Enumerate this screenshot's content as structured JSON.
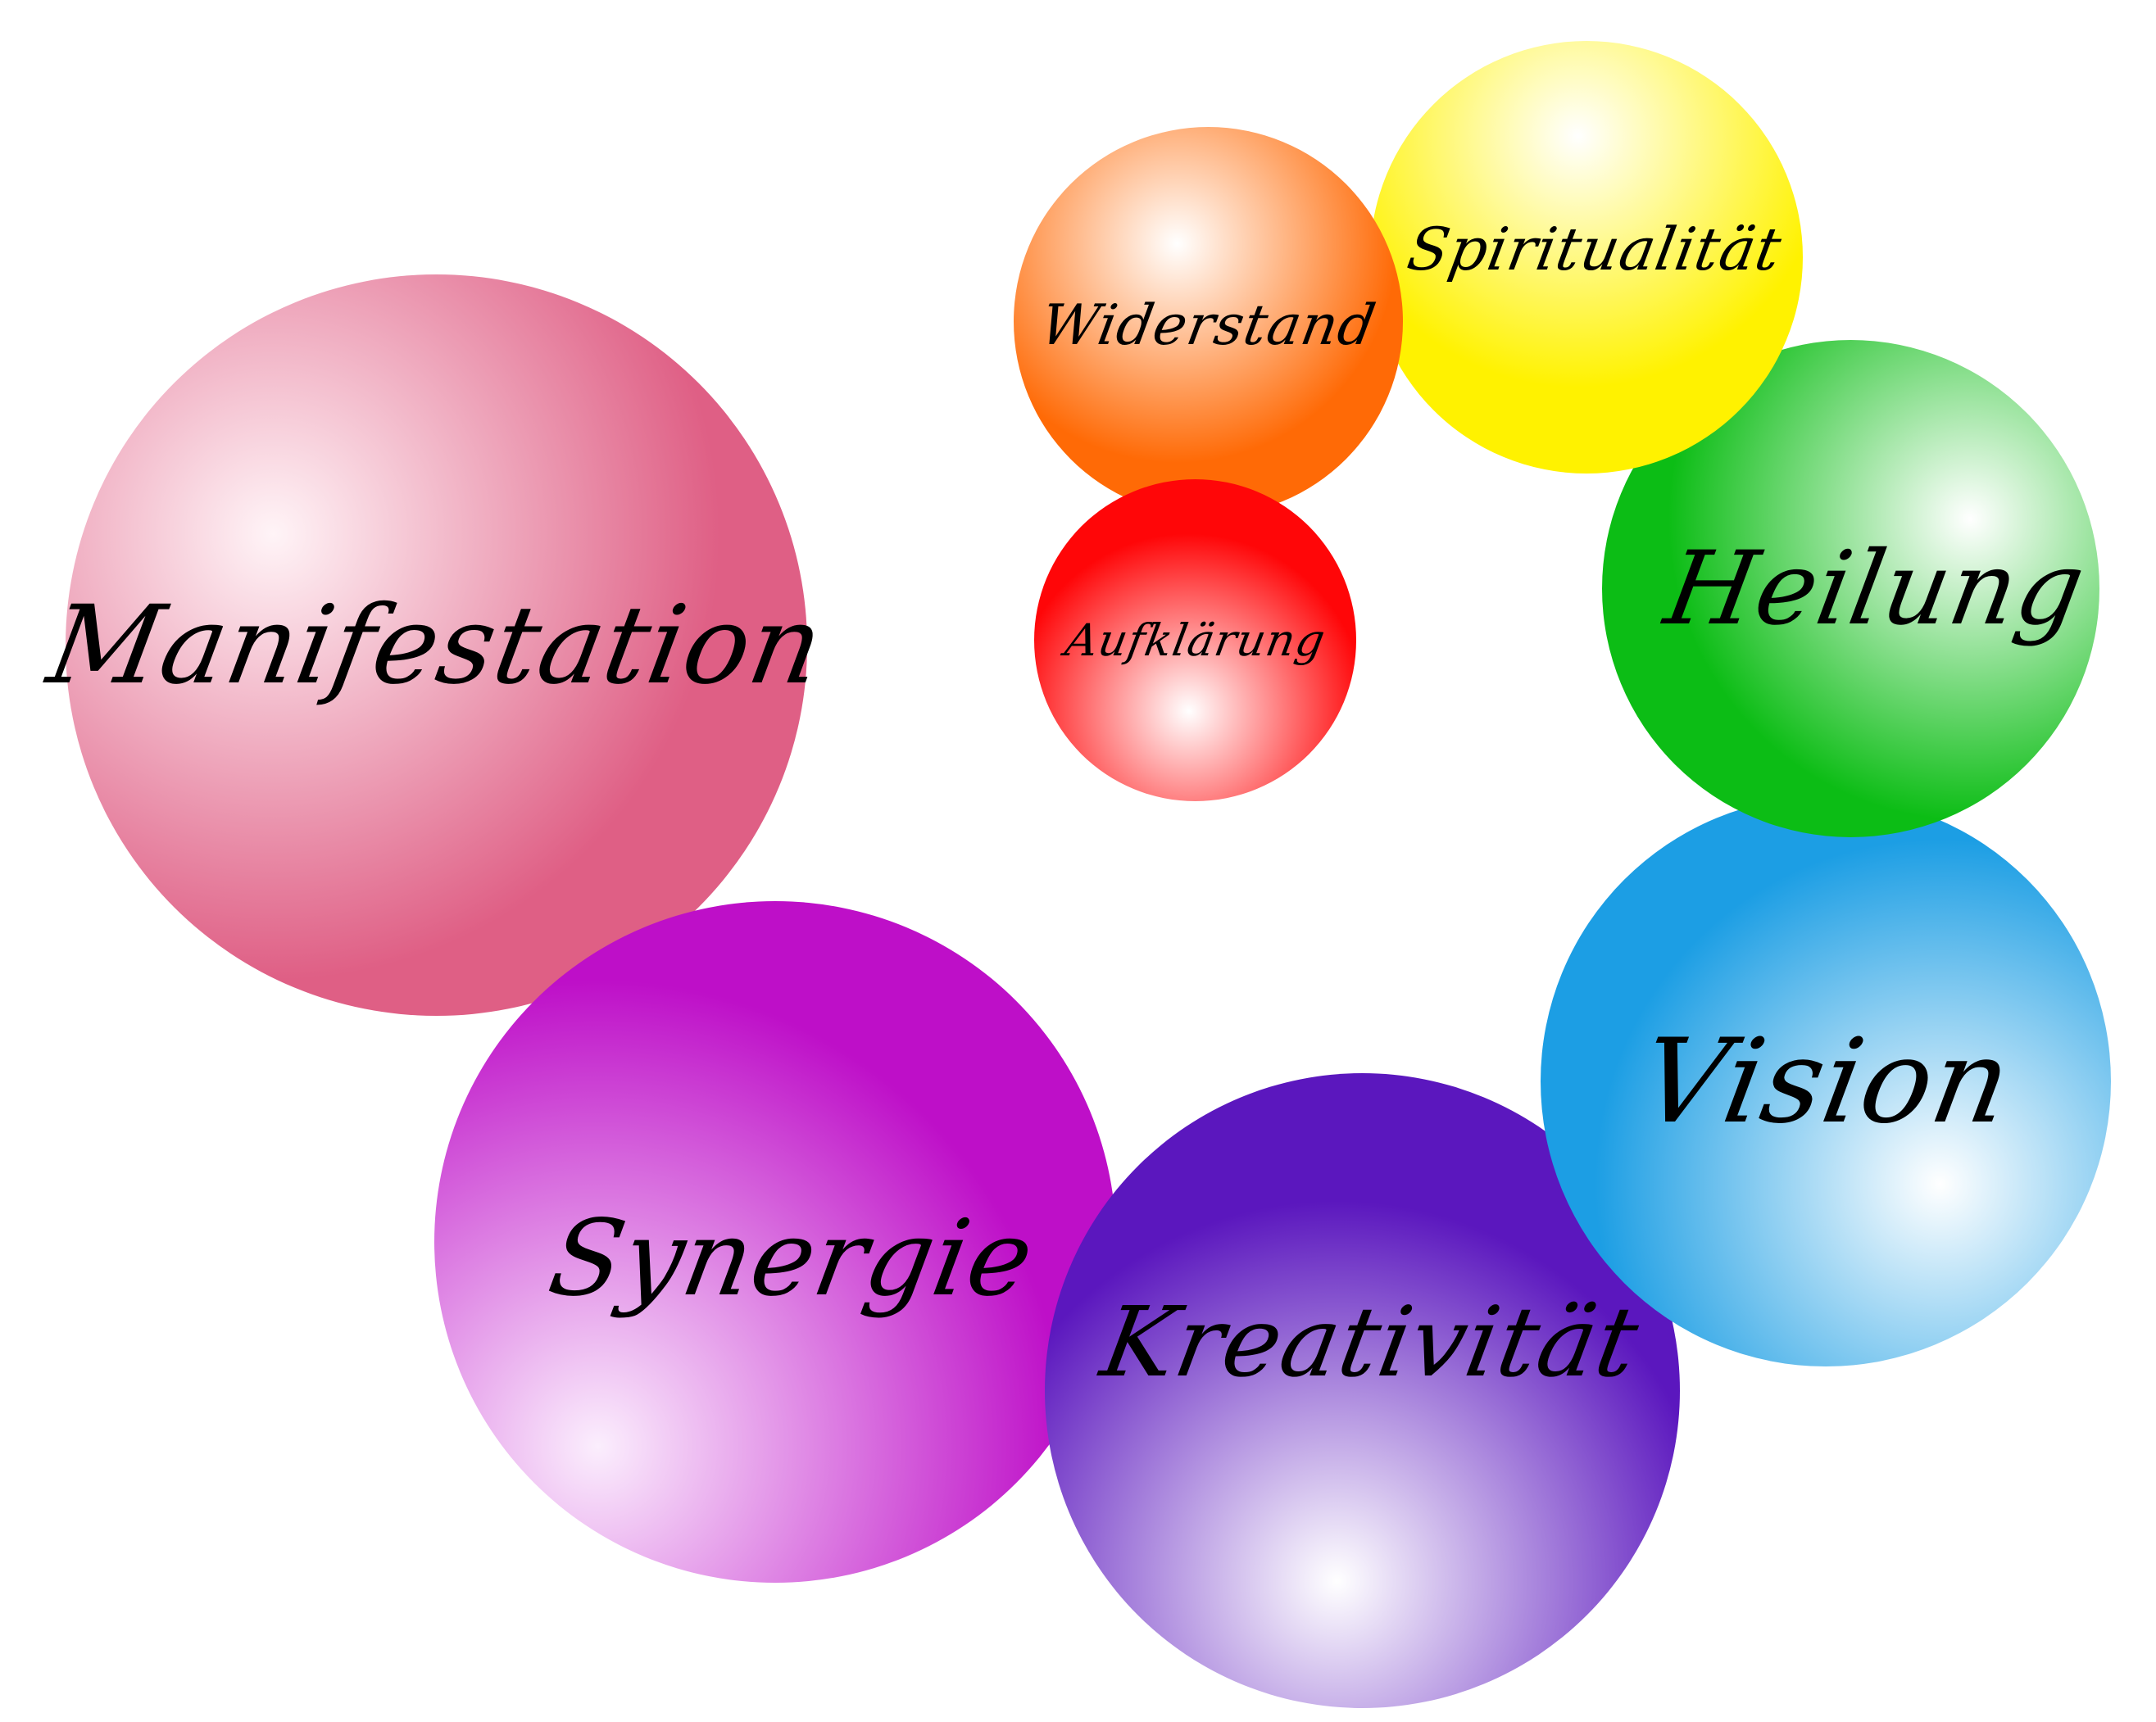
{
  "spheres": [
    {
      "id": "manifestation",
      "label": "Manifestation",
      "color": "#df5f85",
      "highlight": "#fff4f7",
      "highlight_pos": "28% 35%"
    },
    {
      "id": "synergie",
      "label": "Synergie",
      "color": "#be0fc8",
      "highlight": "#fbeefd",
      "highlight_pos": "24% 80%"
    },
    {
      "id": "kreativitaet",
      "label": "Kreativität",
      "color": "#5b17be",
      "highlight": "#ffffff",
      "highlight_pos": "46% 80%"
    },
    {
      "id": "vision",
      "label": "Vision",
      "color": "#1c9ee4",
      "highlight": "#ffffff",
      "highlight_pos": "70% 68%"
    },
    {
      "id": "heilung",
      "label": "Heilung",
      "color": "#0cbd15",
      "highlight": "#ffffff",
      "highlight_pos": "74% 36%"
    },
    {
      "id": "spiritualitaet",
      "label": "Spiritualität",
      "color": "#fff200",
      "highlight": "#ffffff",
      "highlight_pos": "48% 22%"
    },
    {
      "id": "widerstand",
      "label": "Widerstand",
      "color": "#ff6a06",
      "highlight": "#ffffff",
      "highlight_pos": "42% 30%"
    },
    {
      "id": "aufklaerung",
      "label": "Aufklärung",
      "color": "#ff0608",
      "highlight": "#ffffff",
      "highlight_pos": "48% 72%"
    }
  ]
}
